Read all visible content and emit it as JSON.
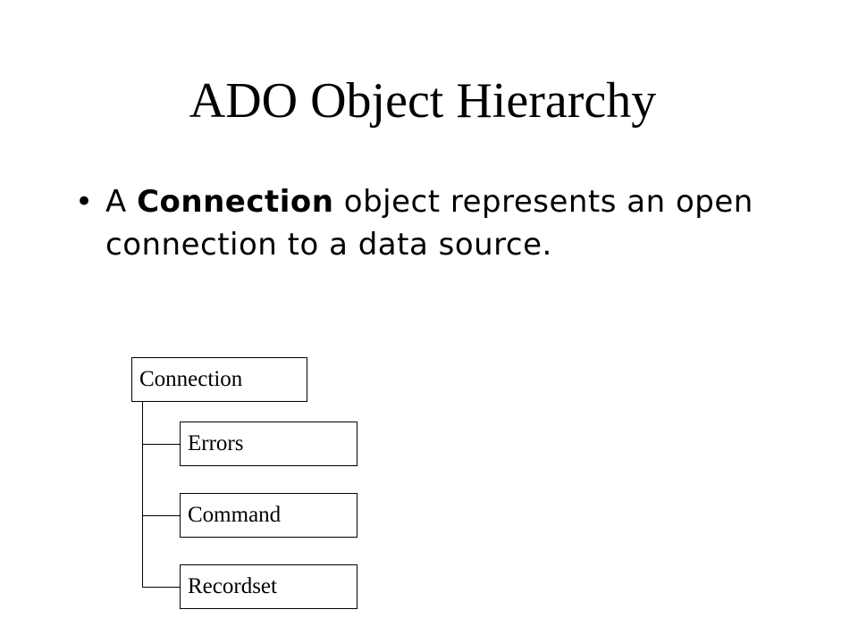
{
  "slide": {
    "title": "ADO Object Hierarchy",
    "bullet": {
      "prefix": "A ",
      "bold_term": "Connection",
      "suffix": " object represents an open connection to a data source."
    }
  },
  "diagram": {
    "root": "Connection",
    "children": [
      "Errors",
      "Command",
      "Recordset"
    ]
  }
}
